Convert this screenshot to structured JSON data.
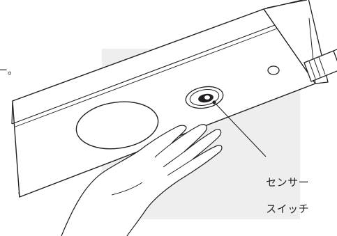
{
  "figure": {
    "label_lines": [
      "センサー",
      "スイッチ"
    ],
    "edge_text": "ー。",
    "colors": {
      "background": "#ffffff",
      "panel": "#eeeeee",
      "line": "#231f20",
      "surface": "#ffffff"
    },
    "icons": [
      "light-fixture",
      "sensor-switch",
      "hand",
      "power-plug",
      "screw-hole",
      "lens-opening"
    ]
  }
}
